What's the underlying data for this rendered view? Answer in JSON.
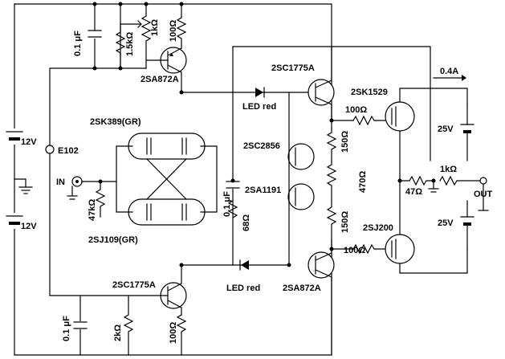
{
  "components": {
    "q_top_pnp": "2SA872A",
    "q_bot_npn": "2SC1775A",
    "q_drv_npn": "2SC1775A",
    "q_drv_pnp": "2SA872A",
    "q_bias_npn": "2SC2856",
    "q_bias_pnp": "2SA1191",
    "fet_n": "2SK389(GR)",
    "fet_p": "2SJ109(GR)",
    "mos_n": "2SK1529",
    "mos_p": "2SJ200",
    "crd": "E102",
    "led_top": "LED red",
    "led_bot": "LED red"
  },
  "values": {
    "c_top": "0.1 μF",
    "c_bot": "0.1 μF",
    "c_mid": "0.1 μF",
    "r_15k": "1.5kΩ",
    "r_1k_top": "1kΩ",
    "r_100_top": "100Ω",
    "r_100_bot": "100Ω",
    "r_2k": "2kΩ",
    "r_47k": "47kΩ",
    "r_68": "68Ω",
    "r_150_top": "150Ω",
    "r_150_bot": "150Ω",
    "r_470": "470Ω",
    "r_100_gate_top": "100Ω",
    "r_100_gate_bot": "100Ω",
    "r_47": "47Ω",
    "r_1k_out": "1kΩ",
    "bias_current": "0.4A"
  },
  "supplies": {
    "v_top": "12V",
    "v_bot": "12V",
    "v_pos": "25V",
    "v_neg": "25V"
  },
  "ports": {
    "in": "IN",
    "out": "OUT"
  }
}
